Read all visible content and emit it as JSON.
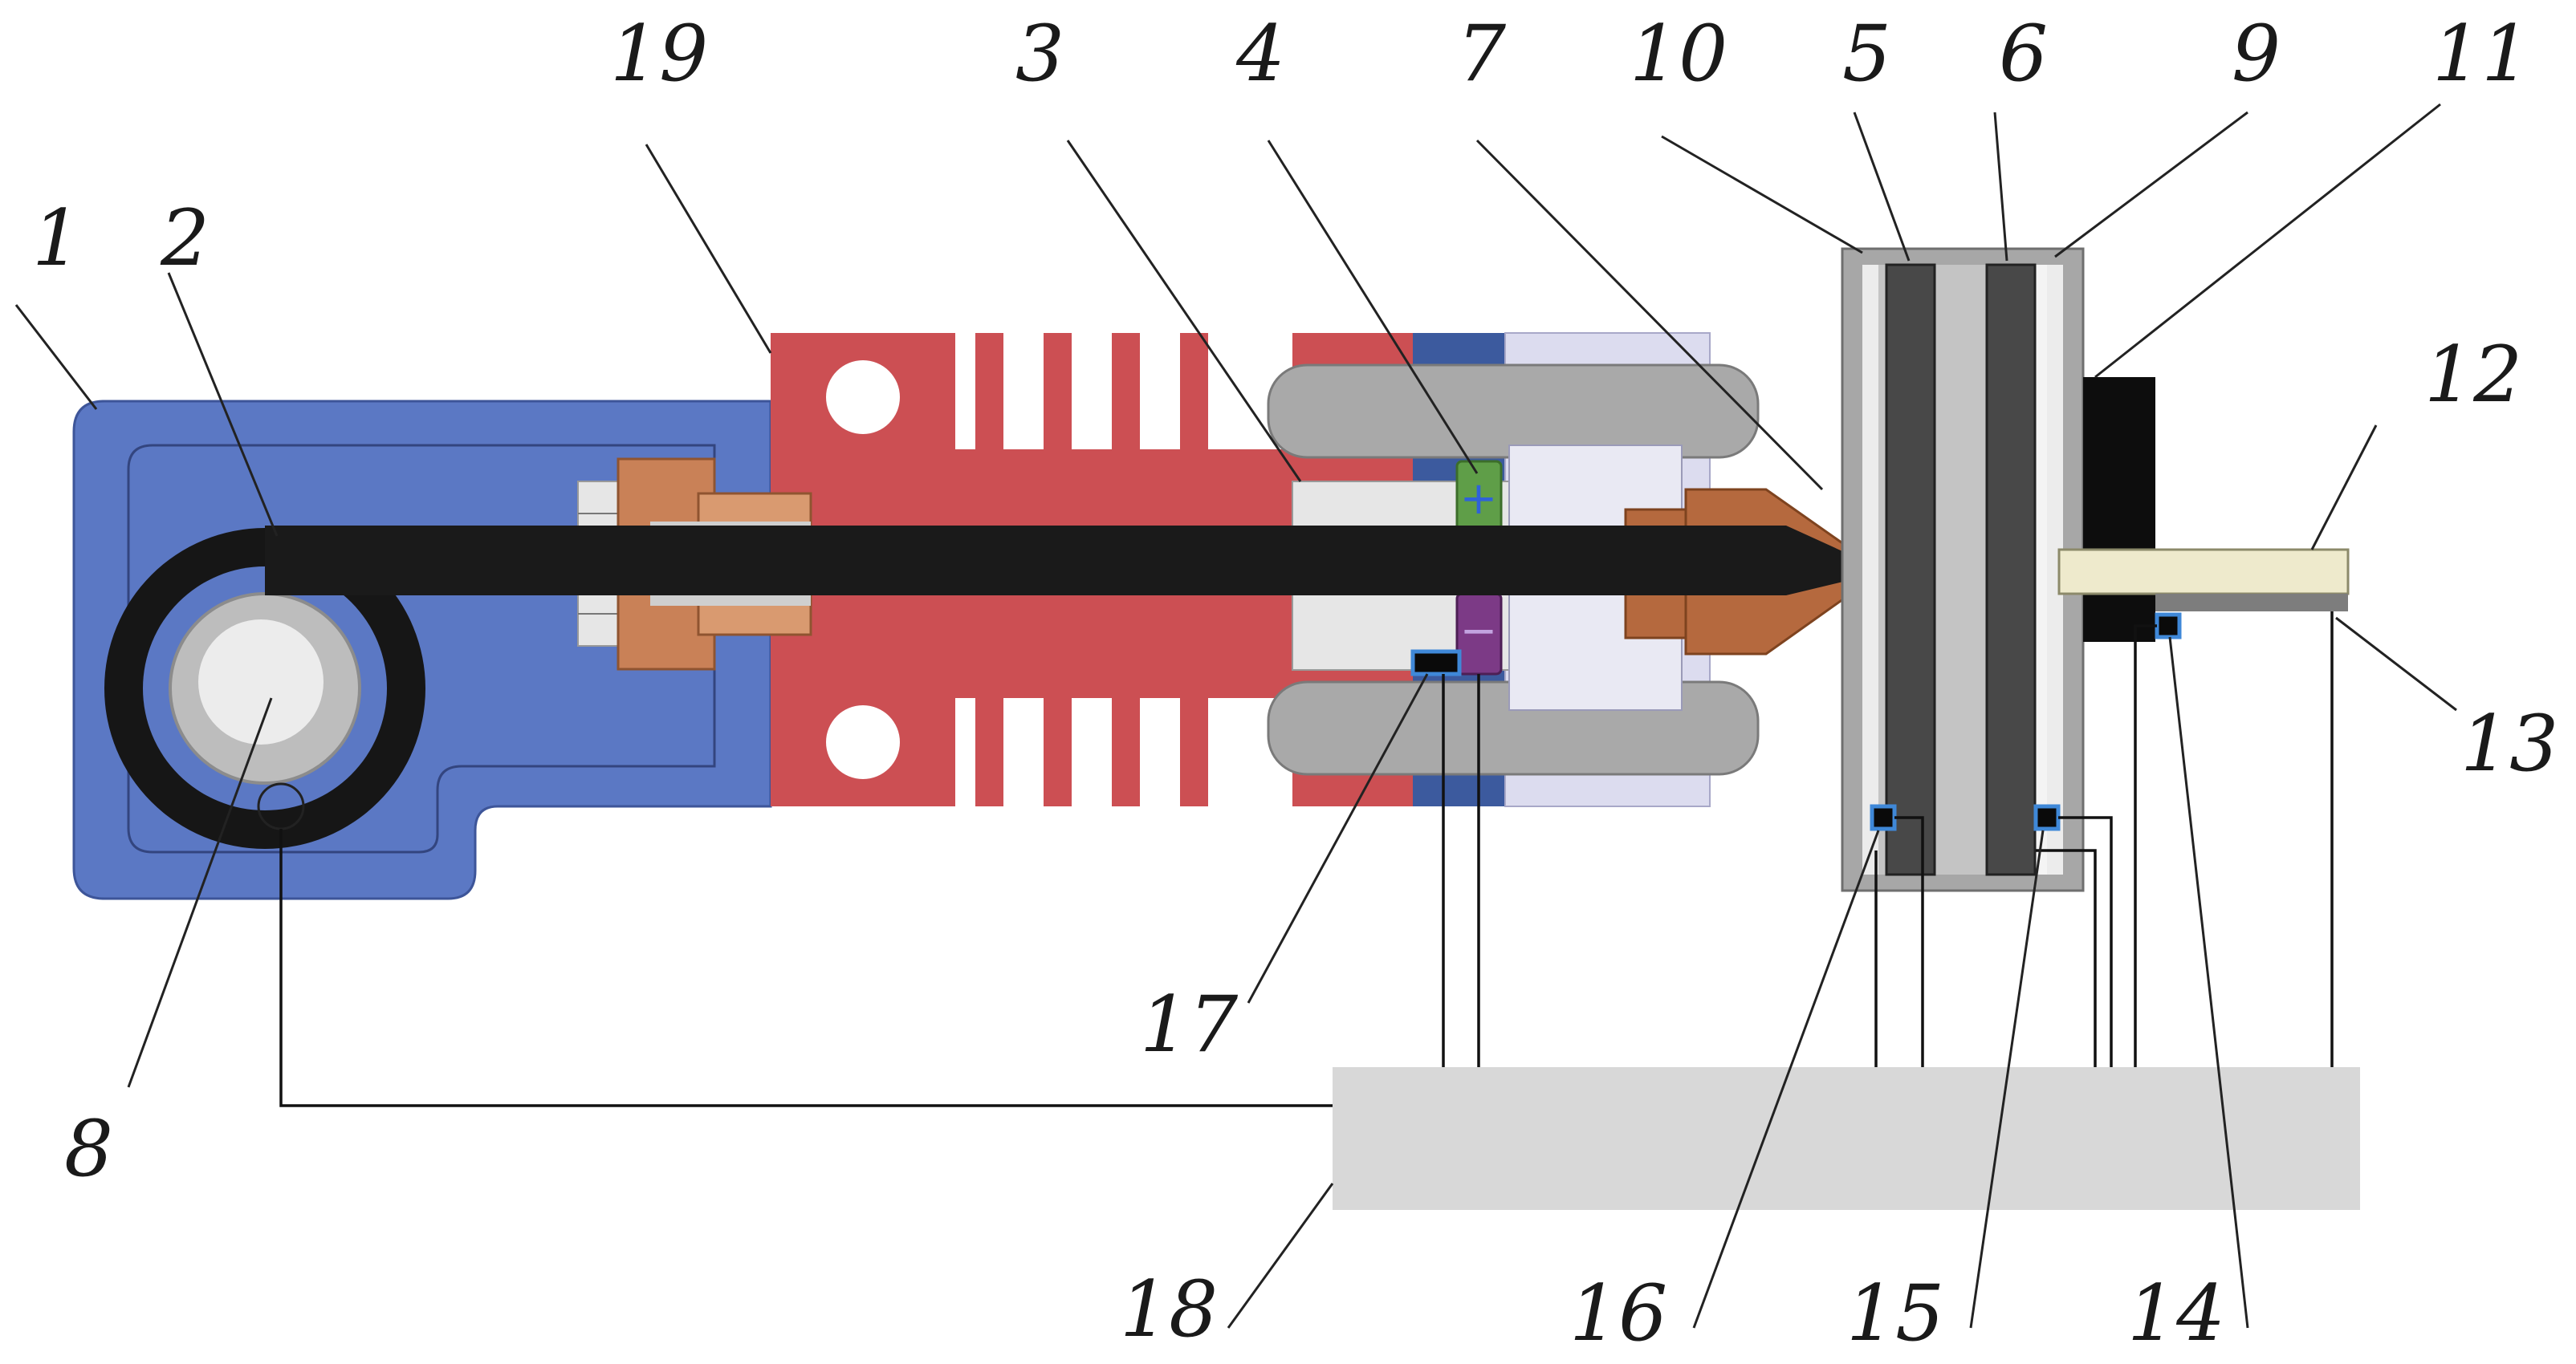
{
  "diagram": {
    "callouts": {
      "c1": "1",
      "c2": "2",
      "c3": "3",
      "c4": "4",
      "c5": "5",
      "c6": "6",
      "c7": "7",
      "c8": "8",
      "c9": "9",
      "c10": "10",
      "c11": "11",
      "c12": "12",
      "c13": "13",
      "c14": "14",
      "c15": "15",
      "c16": "16",
      "c17": "17",
      "c18": "18",
      "c19": "19"
    },
    "polarity": {
      "positive": "+",
      "negative": "−"
    },
    "colors": {
      "arm_blue": "#5b78c4",
      "heatsink_red": "#cc4f53",
      "filament_black": "#1a1a1a",
      "nozzle_copper": "#b5693e",
      "fitting_orange": "#c98157",
      "electrode_gray": "#484848",
      "housing_gray": "#a7a7a7",
      "block_lavender": "#dcdcef",
      "controller_gray": "#d8d8d8",
      "positive_green": "#5f9e48",
      "negative_purple": "#7c3a86",
      "sensor_blue": "#3f88d8",
      "rod_yellow": "#eeeacc"
    }
  }
}
